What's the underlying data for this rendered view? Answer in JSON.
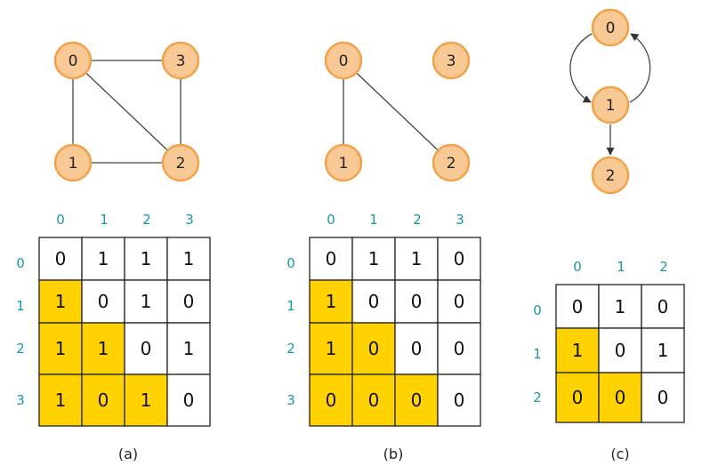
{
  "colors": {
    "highlight": "#ffd200",
    "node_fill": "#f9c995",
    "node_stroke": "#f3a24a",
    "header_text": "#1a9aa0"
  },
  "panels": [
    {
      "caption": "(a)",
      "directed": false,
      "nodes": [
        "0",
        "1",
        "2",
        "3"
      ],
      "edges": [
        [
          "0",
          "1"
        ],
        [
          "0",
          "2"
        ],
        [
          "0",
          "3"
        ],
        [
          "1",
          "2"
        ],
        [
          "2",
          "3"
        ]
      ],
      "row_headers": [
        "0",
        "1",
        "2",
        "3"
      ],
      "col_headers": [
        "0",
        "1",
        "2",
        "3"
      ],
      "matrix": [
        [
          "0",
          "1",
          "1",
          "1"
        ],
        [
          "1",
          "0",
          "1",
          "0"
        ],
        [
          "1",
          "1",
          "0",
          "1"
        ],
        [
          "1",
          "0",
          "1",
          "0"
        ]
      ],
      "highlighted_cells": [
        [
          1,
          0
        ],
        [
          2,
          0
        ],
        [
          2,
          1
        ],
        [
          3,
          0
        ],
        [
          3,
          1
        ],
        [
          3,
          2
        ]
      ]
    },
    {
      "caption": "(b)",
      "directed": false,
      "nodes": [
        "0",
        "1",
        "2",
        "3"
      ],
      "edges": [
        [
          "0",
          "1"
        ],
        [
          "0",
          "2"
        ]
      ],
      "row_headers": [
        "0",
        "1",
        "2",
        "3"
      ],
      "col_headers": [
        "0",
        "1",
        "2",
        "3"
      ],
      "matrix": [
        [
          "0",
          "1",
          "1",
          "0"
        ],
        [
          "1",
          "0",
          "0",
          "0"
        ],
        [
          "1",
          "0",
          "0",
          "0"
        ],
        [
          "0",
          "0",
          "0",
          "0"
        ]
      ],
      "highlighted_cells": [
        [
          1,
          0
        ],
        [
          2,
          0
        ],
        [
          2,
          1
        ],
        [
          3,
          0
        ],
        [
          3,
          1
        ],
        [
          3,
          2
        ]
      ]
    },
    {
      "caption": "(c)",
      "directed": true,
      "nodes": [
        "0",
        "1",
        "2"
      ],
      "edges": [
        [
          "0",
          "1"
        ],
        [
          "1",
          "0"
        ],
        [
          "1",
          "2"
        ]
      ],
      "row_headers": [
        "0",
        "1",
        "2"
      ],
      "col_headers": [
        "0",
        "1",
        "2"
      ],
      "matrix": [
        [
          "0",
          "1",
          "0"
        ],
        [
          "1",
          "0",
          "1"
        ],
        [
          "0",
          "0",
          "0"
        ]
      ],
      "highlighted_cells": [
        [
          1,
          0
        ],
        [
          2,
          0
        ],
        [
          2,
          1
        ]
      ]
    }
  ]
}
